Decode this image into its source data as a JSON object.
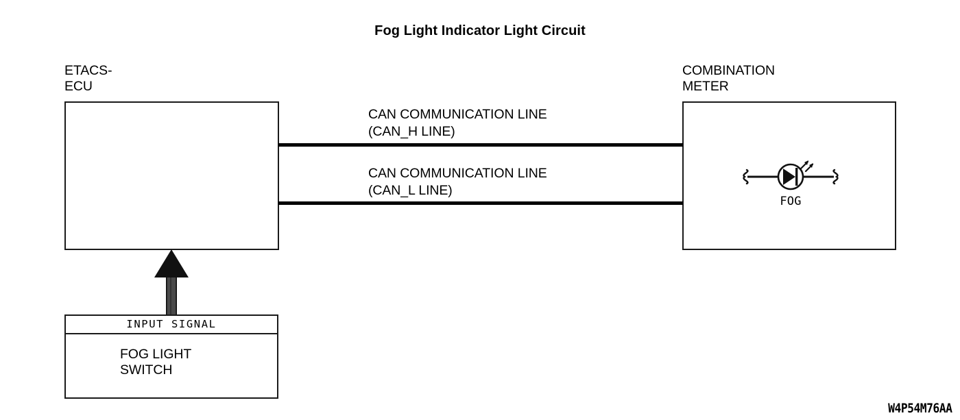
{
  "diagram": {
    "title": "Fog Light Indicator Light Circuit",
    "drawing_code": "W4P54M76AA",
    "background_color": "#ffffff",
    "line_color": "#000000"
  },
  "blocks": {
    "etacs_ecu": {
      "label": "ETACS-\nECU"
    },
    "combination_meter": {
      "label": "COMBINATION\nMETER",
      "indicator": {
        "caption": "FOG",
        "symbol": "led-indicator-lamp-icon"
      }
    },
    "fog_light_switch": {
      "header": "INPUT SIGNAL",
      "label": "FOG LIGHT\nSWITCH"
    }
  },
  "connections": {
    "can_high": {
      "label": "CAN COMMUNICATION LINE\n(CAN_H LINE)"
    },
    "can_low": {
      "label": "CAN COMMUNICATION LINE\n(CAN_L LINE)"
    },
    "input_signal_arrow": {
      "name": "input-signal-arrow",
      "head_color": "#111111",
      "shaft_color": "#4a4a4a"
    }
  }
}
